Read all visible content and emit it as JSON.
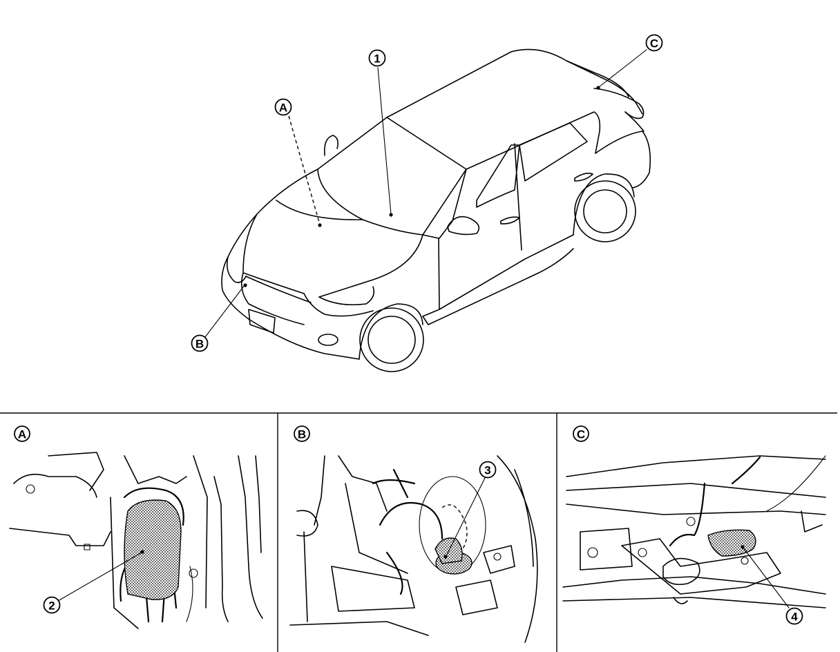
{
  "overview": {
    "callouts": {
      "a": "A",
      "b": "B",
      "c": "C",
      "one": "1"
    }
  },
  "panels": [
    {
      "letter": "A",
      "callout": "2"
    },
    {
      "letter": "B",
      "callout": "3"
    },
    {
      "letter": "C",
      "callout": "4"
    }
  ]
}
